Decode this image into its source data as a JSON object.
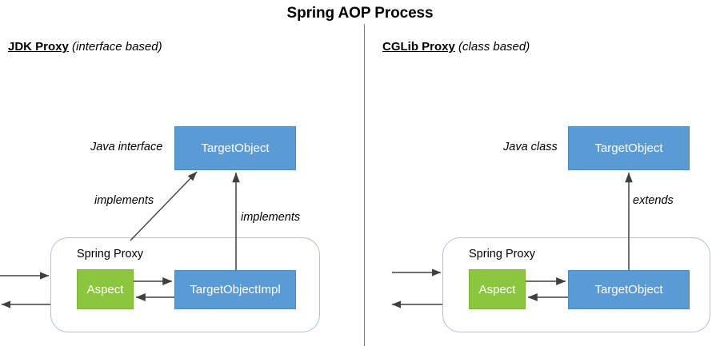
{
  "title": "Spring AOP Process",
  "panels": [
    {
      "id": "jdk",
      "heading_strong": "JDK Proxy",
      "heading_italic": "(interface based)",
      "type_label": "Java interface",
      "top_box_label": "TargetObject",
      "relation_diagonal": "implements",
      "relation_vertical": "implements",
      "container_label": "Spring Proxy",
      "aspect_label": "Aspect",
      "impl_box_label": "TargetObjectImpl"
    },
    {
      "id": "cglib",
      "heading_strong": "CGLib Proxy",
      "heading_italic": "(class based)",
      "type_label": "Java class",
      "top_box_label": "TargetObject",
      "relation_vertical": "extends",
      "container_label": "Spring Proxy",
      "aspect_label": "Aspect",
      "impl_box_label": "TargetObject"
    }
  ],
  "colors": {
    "blue_box": "#5B9BD5",
    "green_box": "#8CC63E",
    "container_border": "#A9C4DE",
    "arrow": "#404040",
    "divider": "#808080",
    "text_dark": "#000000",
    "text_on_box": "#FFFFFF"
  }
}
